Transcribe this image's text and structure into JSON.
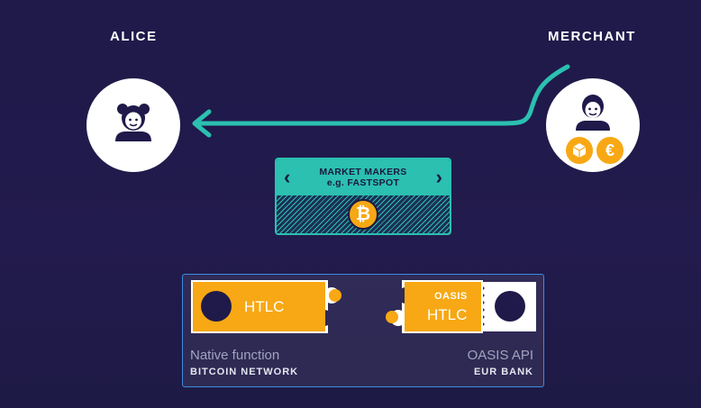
{
  "actors": {
    "alice": "ALICE",
    "merchant": "MERCHANT"
  },
  "market_makers": {
    "title": "MARKET MAKERS",
    "subtitle": "e.g. FASTSPOT",
    "left_arrow": "‹",
    "right_arrow": "›",
    "coin_symbol": "₿"
  },
  "htlc_left": {
    "label": "HTLC",
    "caption": "Native function",
    "network": "BITCOIN NETWORK"
  },
  "htlc_right": {
    "prefix": "OASIS",
    "label": "HTLC",
    "caption": "OASIS API",
    "network": "EUR BANK"
  },
  "merchant_badges": {
    "euro_symbol": "€"
  },
  "colors": {
    "background": "#211b4c",
    "teal": "#2bc0b0",
    "gold": "#f7a814",
    "dark": "#1f1a4a",
    "panel_border": "#3d8ce0"
  },
  "icons": [
    "alice-avatar-icon",
    "merchant-avatar-icon",
    "package-icon",
    "euro-coin-icon",
    "bitcoin-coin-icon",
    "chevron-left-icon",
    "chevron-right-icon",
    "arrow-left-icon"
  ]
}
